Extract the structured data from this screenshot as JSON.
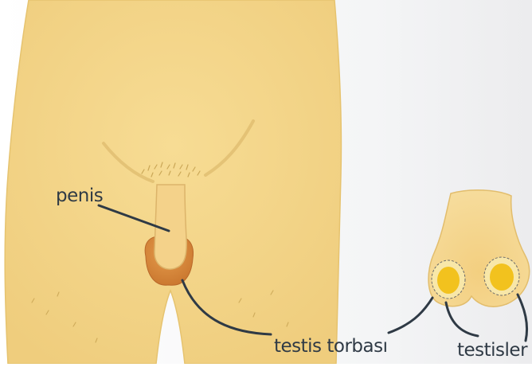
{
  "labels": {
    "penis": "penis",
    "scrotum": "testis torbası",
    "testes": "testisler"
  },
  "colors": {
    "background": "#ffffff",
    "skin": "#f6d98c",
    "skin_shade": "#e8c577",
    "scrotum": "#d98a3c",
    "testis": "#f2c21e",
    "leader_line": "#2f3a45",
    "label_text": "#2f3a45"
  }
}
